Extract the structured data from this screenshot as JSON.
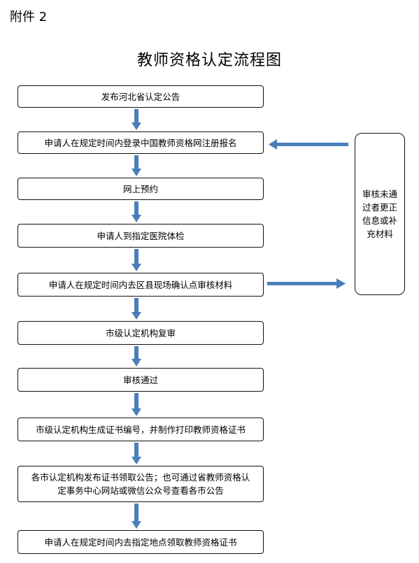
{
  "header": {
    "attachment_label": "附件 2",
    "title": "教师资格认定流程图"
  },
  "steps": [
    "发布河北省认定公告",
    "申请人在规定时间内登录中国教师资格网注册报名",
    "网上预约",
    "申请人到指定医院体检",
    "申请人在规定时间内去区县现场确认点审核材料",
    "市级认定机构复审",
    "审核通过",
    "市级认定机构生成证书编号，并制作打印教师资格证书",
    "各市认定机构发布证书领取公告；也可通过省教师资格认定事务中心网站或微信公众号查看各市公告",
    "申请人在规定时间内去指定地点领取教师资格证书"
  ],
  "side_box": {
    "text": "审核未通过者更正信息或补充材料"
  },
  "colors": {
    "arrow": "#4a7ebb",
    "border": "#111111"
  }
}
